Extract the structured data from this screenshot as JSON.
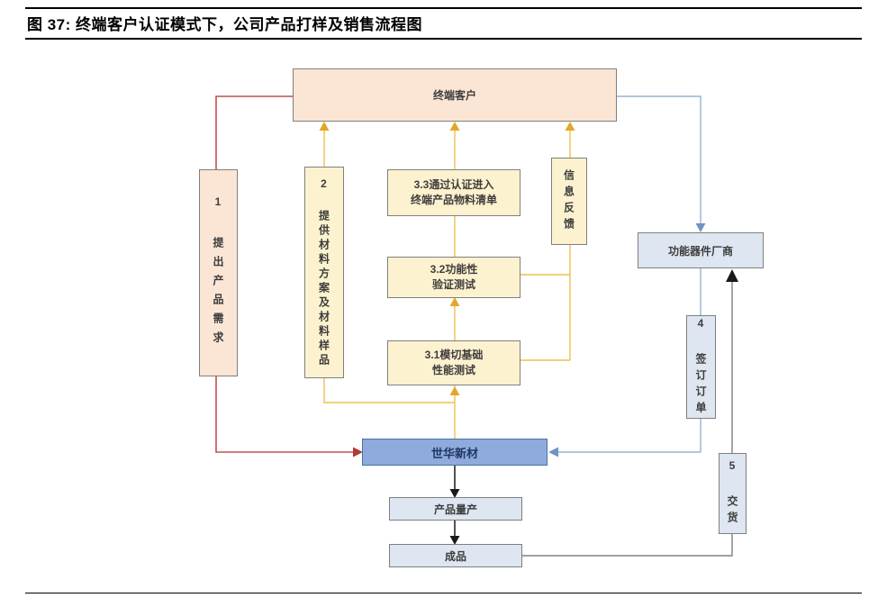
{
  "figure": {
    "title": "图 37: 终端客户认证模式下，公司产品打样及销售流程图"
  },
  "diagram": {
    "nodes": {
      "terminal_customer": {
        "label": "终端客户"
      },
      "step1_demand": {
        "label": "1 提出产品需求"
      },
      "step2_materials": {
        "label": "2 提供材料方案及材料样品"
      },
      "step3_3_bom": {
        "label": "3.3通过认证进入\n终端产品物料清单"
      },
      "step3_2_functional": {
        "label": "3.2功能性\n验证测试"
      },
      "step3_1_diecut": {
        "label": "3.1模切基础\n性能测试"
      },
      "info_feedback": {
        "label": "信息反馈"
      },
      "component_maker": {
        "label": "功能器件厂商"
      },
      "step4_order": {
        "label": "4 签订订单"
      },
      "step5_delivery": {
        "label": "5 交货"
      },
      "company": {
        "label": "世华新材"
      },
      "mass_production": {
        "label": "产品量产"
      },
      "finished_goods": {
        "label": "成品"
      }
    },
    "colors": {
      "peach_fill": "#fbe5d5",
      "yellow_fill": "#fdf2cf",
      "light_blue_fill": "#dde6f1",
      "company_fill": "#8faadc",
      "red_line": "#c0504d",
      "yellow_line": "#ecc24d",
      "blue_line": "#95b3d7",
      "gray_line": "#808080",
      "black_arrow": "#1a1a1a"
    }
  }
}
